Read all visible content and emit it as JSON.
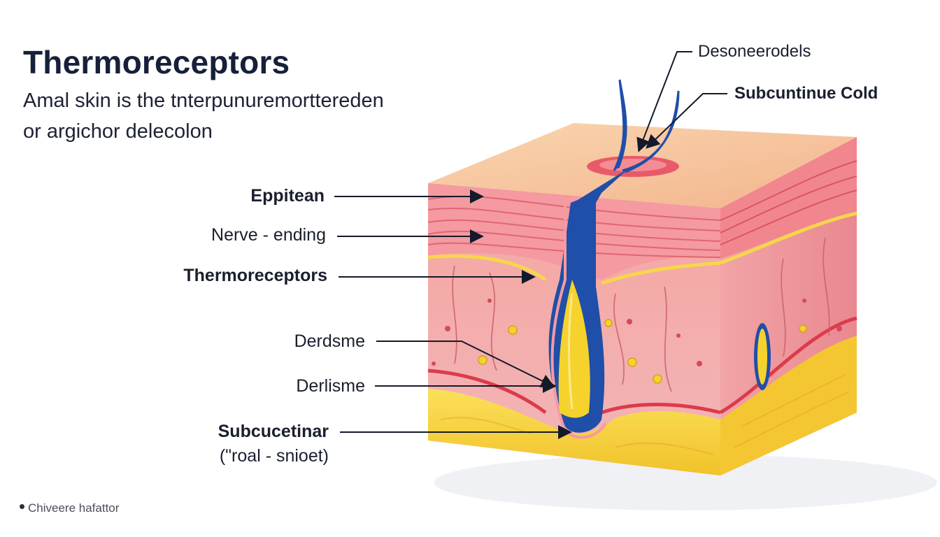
{
  "header": {
    "title": "Thermoreceptors",
    "subtitle_line1": "Amal skin is the tnterpunuremorttereden",
    "subtitle_line2": "or argichor delecolon"
  },
  "labels_left": [
    {
      "text": "Eppitean",
      "bold": true
    },
    {
      "text": "Nerve - ending",
      "bold": false
    },
    {
      "text": "Thermoreceptors",
      "bold": true
    },
    {
      "text": "Derdsme",
      "bold": false
    },
    {
      "text": "Derlisme",
      "bold": false
    },
    {
      "text": "Subcucetinar",
      "bold": true
    },
    {
      "text": "(\"roal - snioet)",
      "bold": false
    }
  ],
  "labels_right": [
    {
      "text": "Desoneerodels",
      "bold": false
    },
    {
      "text": "Subcuntinue Cold",
      "bold": true
    }
  ],
  "footer": {
    "caption": "Chiveere hafattor"
  },
  "colors": {
    "epidermis_top": "#f6c49a",
    "epidermis_layer": "#f2a7a2",
    "dermis": "#f4b6b9",
    "dermis_line": "#dc3b4b",
    "subcutaneous": "#f7d23a",
    "nerve": "#1f4fa8",
    "receptor_core": "#f6d22c",
    "title_color": "#17203a"
  }
}
